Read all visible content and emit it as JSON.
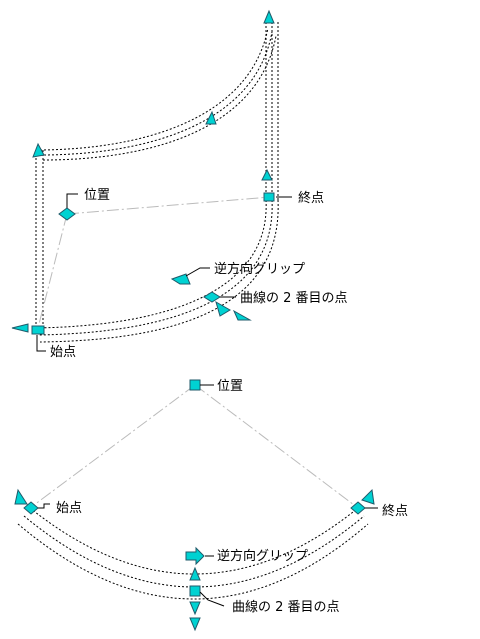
{
  "grip_color": "#00d2d2",
  "upper_view": {
    "location_label": "位置",
    "end_label": "終点",
    "flip_grip_label": "逆方向グリップ",
    "second_point_label": "曲線の 2 番目の点",
    "start_label": "始点"
  },
  "lower_view": {
    "location_label": "位置",
    "start_label": "始点",
    "end_label": "終点",
    "flip_grip_label": "逆方向グリップ",
    "second_point_label": "曲線の 2 番目の点"
  }
}
